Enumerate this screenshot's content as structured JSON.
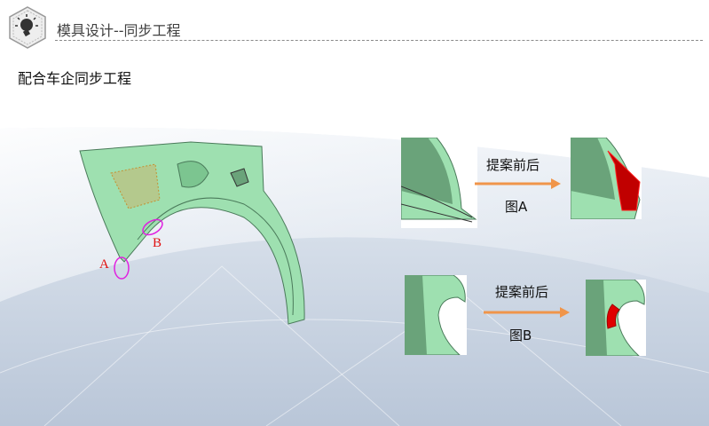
{
  "header": {
    "title": "模具设计--同步工程",
    "icon": "lightbulb-icon"
  },
  "subtitle": "配合车企同步工程",
  "part": {
    "markers": [
      "A",
      "B"
    ]
  },
  "figures": [
    {
      "caption": "提案前后",
      "name": "图A"
    },
    {
      "caption": "提案前后",
      "name": "图B"
    }
  ],
  "colors": {
    "part": "#8fd9a4",
    "highlight": "#e00000",
    "arrow": "#f0954a",
    "marker": "#e020e0"
  }
}
